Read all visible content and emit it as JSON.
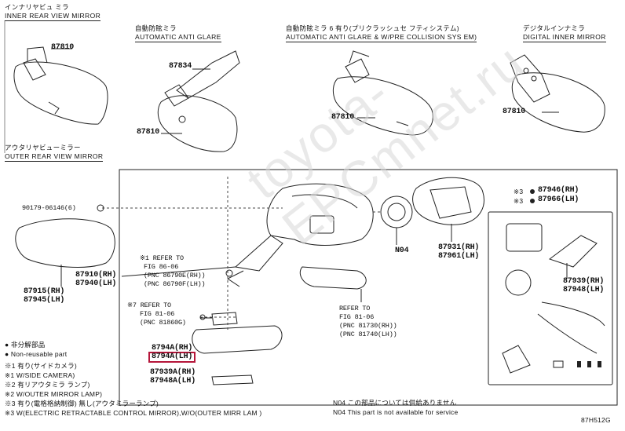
{
  "inner_section": {
    "title_jp": "インナリヤビュ ミラ",
    "title_en": "INNER REAR VIEW MIRROR",
    "col_anti_glare_jp": "自動防眩ミラ",
    "col_anti_glare_en": "AUTOMATIC ANTI GLARE",
    "col_pcs_jp": "自動防眩ミラ 6 有り(プリクラッシュセ フティシステム)",
    "col_pcs_en": "AUTOMATIC ANTI GLARE & W/PRE COLLISION SYS EM)",
    "col_digital_jp": "デジタルインナミラ",
    "col_digital_en": "DIGITAL INNER MIRROR",
    "parts": {
      "p1": "87810",
      "p2": "87834",
      "p3": "87810",
      "p4": "87810",
      "p5": "87810"
    }
  },
  "outer_section": {
    "title_jp": "アウタリヤビューミラー",
    "title_en": "OUTER REAR VIEW MIRROR",
    "parts": {
      "bolt": "90179-06146(6)",
      "glass_rh": "87915(RH)",
      "glass_lh": "87945(LH)",
      "assy_rh": "87910(RH)",
      "assy_lh": "87940(LH)",
      "n04": "N04",
      "cover_rh": "87931(RH)",
      "cover_lh": "87961(LH)",
      "motor_rh": "87946(RH)",
      "motor_lh": "87966(LH)",
      "lamp_rh": "87939(RH)",
      "lamp_lh": "87948(LH)",
      "p8794a_rh": "8794A(RH)",
      "p8794a_lh": "8794A(LH)",
      "cover2_rh": "87939A(RH)",
      "cover2_lh": "87948A(LH)",
      "motor_prefix_a": "※3",
      "motor_prefix_b": "※3"
    },
    "refs": {
      "ref1_line1": "※1 REFER TO",
      "ref1_line2": "FIG 86-06",
      "ref1_line3": "(PNC 86790E(RH))",
      "ref1_line4": "(PNC 86790F(LH))",
      "ref2_line1": "※7 REFER TO",
      "ref2_line2": "FIG 81-06",
      "ref2_line3": "(PNC 81860G)",
      "ref3_line1": "REFER TO",
      "ref3_line2": "FIG 81-06",
      "ref3_line3": "(PNC 81730(RH))",
      "ref3_line4": "(PNC 81740(LH))"
    }
  },
  "legend": {
    "l1": "● 非分解部品",
    "l2": "● Non-reusable part",
    "l3": "※1 有り(サイドカメラ)",
    "l4": "※1 W/SIDE CAMERA)",
    "l5": "※2 有リアウタミラ ランプ)",
    "l6": "※2 W/OUTER MIRROR LAMP)",
    "l7": "※3 有り(電格格納制御) 無し(アウタミラーランプ)",
    "l8": "※3 W(ELECTRIC RETRACTABLE CONTROL MIRROR),W/O(OUTER MIRR LAM )"
  },
  "footnote": {
    "n04_jp": "N04 この部品については供給ありません",
    "n04_en": "N04 This part is not available for service",
    "diagram_id": "87H512G"
  },
  "watermark": "toyota-EPCmnet.ru"
}
